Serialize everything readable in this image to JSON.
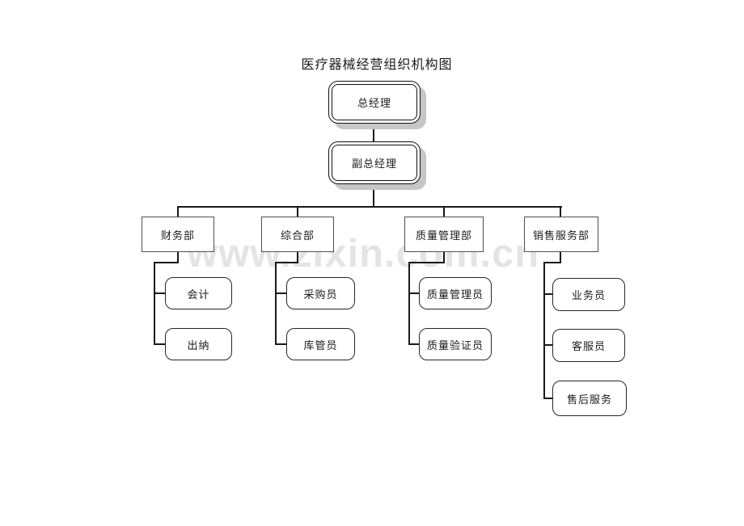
{
  "page": {
    "title": "医疗器械经营组织机构图",
    "watermark": "www.zixin.com.cn"
  },
  "chart": {
    "type": "org-chart",
    "root": "总经理",
    "deputy": "副总经理",
    "departments": [
      {
        "label": "财务部",
        "children": [
          "会计",
          "出纳"
        ]
      },
      {
        "label": "综合部",
        "children": [
          "采购员",
          "库管员"
        ]
      },
      {
        "label": "质量管理部",
        "children": [
          "质量管理员",
          "质量验证员"
        ]
      },
      {
        "label": "销售服务部",
        "children": [
          "业务员",
          "客服员",
          "售后服务"
        ]
      }
    ]
  },
  "colors": {
    "line": "#1a1a1a",
    "box_border": "#262626",
    "dept_border": "#4f4f4f",
    "exec_shadow": "#c6c6c6",
    "watermark": "#e4e4e4",
    "background": "#ffffff"
  }
}
